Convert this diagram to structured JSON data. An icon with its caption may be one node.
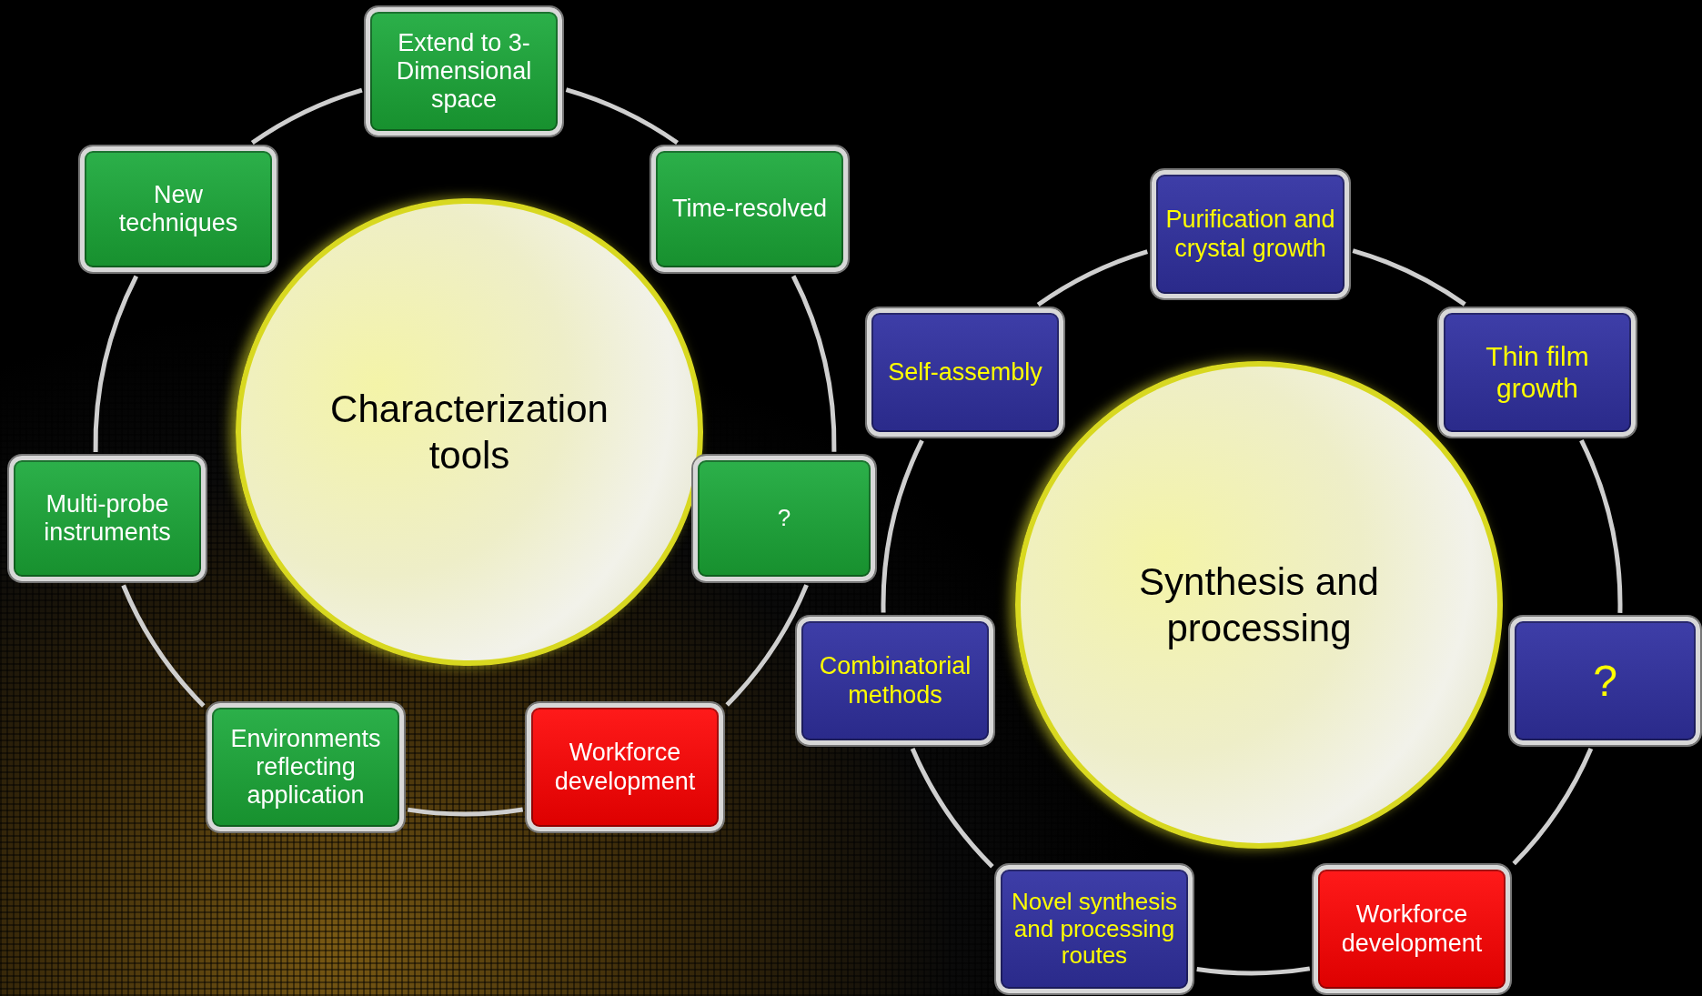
{
  "diagram": {
    "nodes": [
      {
        "text": [
          "Extend to 3-Dimensional space"
        ]
      },
      {
        "text": [
          "New techniques"
        ]
      },
      {
        "text": [
          "Time-resolved"
        ]
      },
      {
        "text": [
          "Purification and crystal growth"
        ]
      },
      {
        "text": [
          "Characterization tools"
        ]
      },
      {
        "text": [
          "Self-assembly"
        ]
      },
      {
        "text": [
          "Thin film growth"
        ]
      },
      {
        "text": [
          "Multi-probe instruments"
        ]
      },
      {
        "text": [
          "?"
        ]
      },
      {
        "text": [
          "Synthesis and processing"
        ]
      },
      {
        "text": [
          "Combinatorial methods"
        ]
      },
      {
        "text": [
          "?"
        ]
      },
      {
        "text": [
          "Environments reflecting application"
        ]
      },
      {
        "text": [
          "Workforce development"
        ]
      },
      {
        "text": [
          "Novel synthesis and processing routes"
        ]
      },
      {
        "text": [
          "Workforce development"
        ]
      }
    ],
    "edges": [
      {
        "from": 0,
        "to": 2,
        "arrow": "none"
      },
      {
        "from": 2,
        "to": 8,
        "arrow": "none"
      },
      {
        "from": 8,
        "to": 13,
        "arrow": "none"
      },
      {
        "from": 13,
        "to": 12,
        "arrow": "none"
      },
      {
        "from": 12,
        "to": 7,
        "arrow": "none"
      },
      {
        "from": 7,
        "to": 1,
        "arrow": "none"
      },
      {
        "from": 1,
        "to": 0,
        "arrow": "none"
      },
      {
        "from": 3,
        "to": 6,
        "arrow": "none"
      },
      {
        "from": 6,
        "to": 11,
        "arrow": "none"
      },
      {
        "from": 11,
        "to": 15,
        "arrow": "none"
      },
      {
        "from": 15,
        "to": 14,
        "arrow": "none"
      },
      {
        "from": 14,
        "to": 10,
        "arrow": "none"
      },
      {
        "from": 10,
        "to": 5,
        "arrow": "none"
      },
      {
        "from": 5,
        "to": 3,
        "arrow": "none"
      }
    ]
  }
}
